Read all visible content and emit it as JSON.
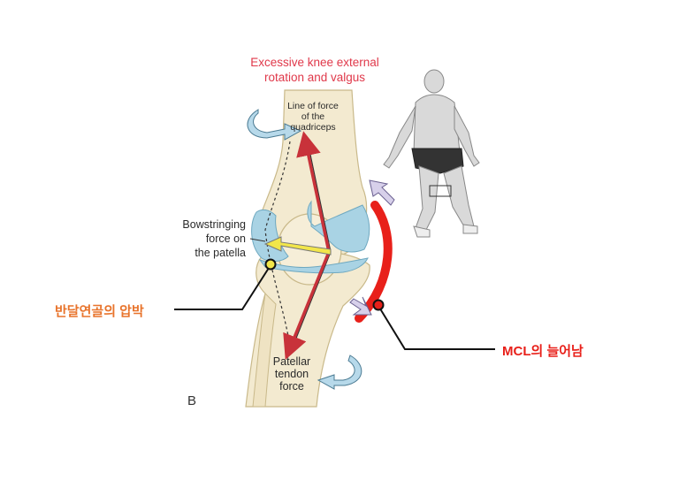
{
  "title": {
    "line1": "Excessive knee external",
    "line2": "rotation and valgus"
  },
  "labels": {
    "quadriceps": [
      "Line of force",
      "of the",
      "quadriceps"
    ],
    "bowstring": [
      "Bowstringing",
      "force on",
      "the patella"
    ],
    "patellar": [
      "Patellar",
      "tendon",
      "force"
    ],
    "figure_letter": "B"
  },
  "annotations": {
    "meniscus_compression": "반달연골의 압박",
    "mcl_stretch": "MCL의 늘어남"
  },
  "colors": {
    "title": "#e0384a",
    "orange_annotation": "#e8742c",
    "red_annotation": "#e8201a",
    "bone": "#f3ead0",
    "cartilage": "#a9d3e4",
    "force_arrow": "#c8323a",
    "yellow_arrow": "#f2e64a",
    "rotation_arrow": "#b7d9ea"
  }
}
